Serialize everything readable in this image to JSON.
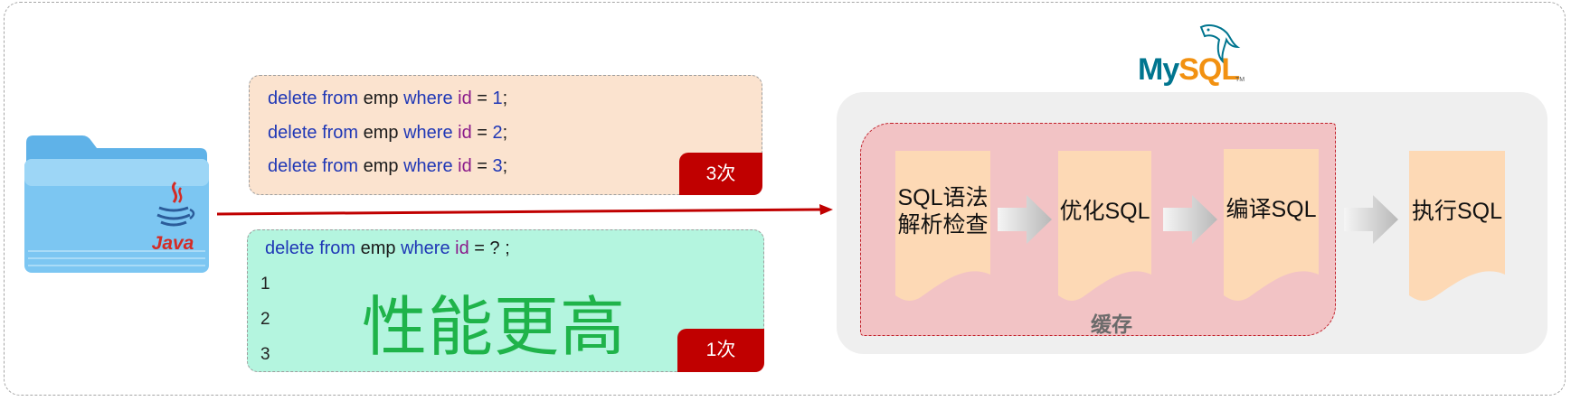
{
  "folder": {
    "java_label": "Java"
  },
  "statements_top": [
    {
      "kw1": "delete",
      "kw2": "from",
      "table": "emp",
      "kw3": "where",
      "col": "id",
      "eq": "=",
      "value": "1",
      "end": ";"
    },
    {
      "kw1": "delete",
      "kw2": "from",
      "table": "emp",
      "kw3": "where",
      "col": "id",
      "eq": "=",
      "value": "2",
      "end": ";"
    },
    {
      "kw1": "delete",
      "kw2": "from",
      "table": "emp",
      "kw3": "where",
      "col": "id",
      "eq": "=",
      "value": "3",
      "end": ";"
    }
  ],
  "badge_top": "3次",
  "statement_prepared": {
    "kw1": "delete",
    "kw2": "from",
    "table": "emp",
    "kw3": "where",
    "col": "id",
    "eq": "=",
    "value": "? ;"
  },
  "params": [
    "1",
    "2",
    "3"
  ],
  "performance_text": "性能更高",
  "badge_bottom": "1次",
  "mysql": {
    "my": "My",
    "sql": "SQL",
    "tm": "TM"
  },
  "steps": {
    "parse_line1": "SQL语法",
    "parse_line2": "解析检查",
    "optimize": "优化SQL",
    "compile": "编译SQL",
    "execute": "执行SQL"
  },
  "cache_label": "缓存",
  "colors": {
    "keyword": "#1f37b6",
    "identifier": "#8a1a8a",
    "badge": "#c00000",
    "performance": "#1fb34a",
    "cache_bg": "#f2c3c5",
    "cache_border": "#c0202a",
    "step_fill": "#fdd9b5",
    "mysql_blue": "#00758f",
    "mysql_orange": "#f29111"
  }
}
